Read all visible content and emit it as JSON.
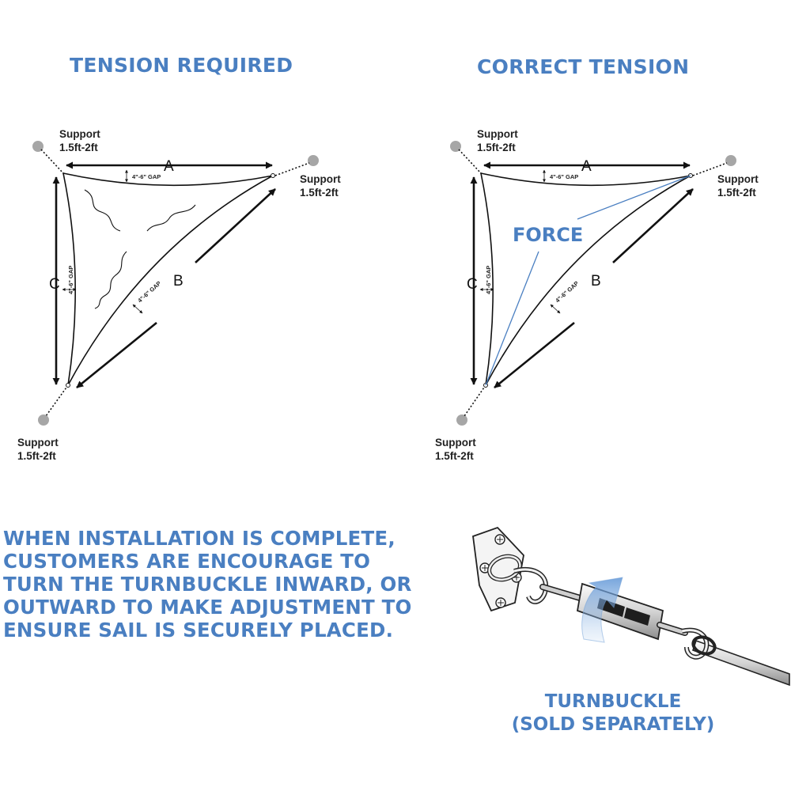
{
  "diagrams": {
    "left": {
      "title": "TENSION REQUIRED",
      "support_label": "Support",
      "support_distance": "1.5ft-2ft",
      "sides": [
        "A",
        "B",
        "C"
      ],
      "gap_label": "4\"-6\" GAP"
    },
    "right": {
      "title": "CORRECT TENSION",
      "support_label": "Support",
      "support_distance": "1.5ft-2ft",
      "sides": [
        "A",
        "B",
        "C"
      ],
      "gap_label": "4\"-6\" GAP",
      "force_label": "FORCE"
    }
  },
  "instructions": [
    "WHEN INSTALLATION IS COMPLETE,",
    "CUSTOMERS ARE ENCOURAGE TO",
    "TURN THE TURNBUCKLE INWARD, OR",
    "OUTWARD TO MAKE ADJUSTMENT TO",
    "ENSURE SAIL IS SECURELY PLACED."
  ],
  "turnbuckle": {
    "caption_line1": "TURNBUCKLE",
    "caption_line2": "(SOLD SEPARATELY)"
  },
  "colors": {
    "accent": "#4a7fc1",
    "support_dot": "#a6a6a6",
    "line": "#111111"
  }
}
